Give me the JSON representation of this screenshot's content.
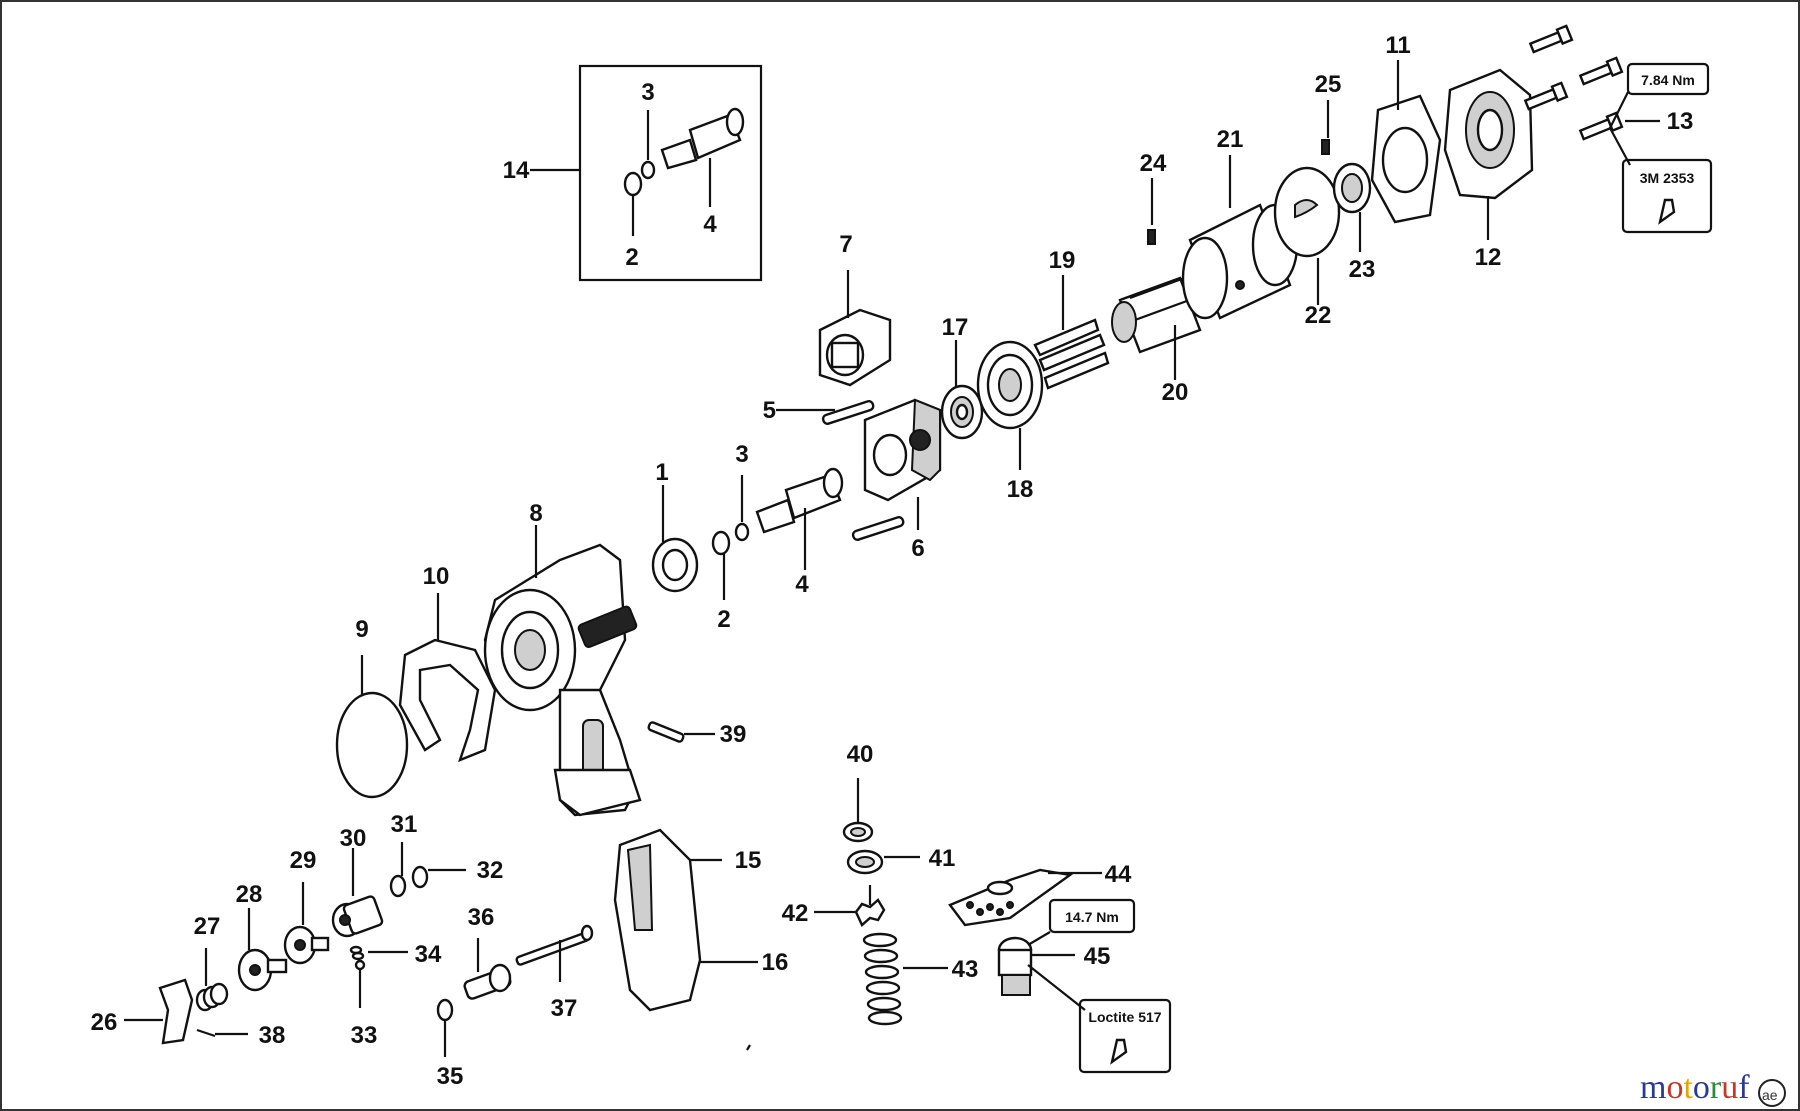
{
  "labels": {
    "l1": "1",
    "l2a": "2",
    "l2b": "2",
    "l3a": "3",
    "l3b": "3",
    "l4a": "4",
    "l4b": "4",
    "l5": "5",
    "l6": "6",
    "l7": "7",
    "l8": "8",
    "l9": "9",
    "l10": "10",
    "l11": "11",
    "l12": "12",
    "l13": "13",
    "l14": "14",
    "l15": "15",
    "l16": "16",
    "l17": "17",
    "l18": "18",
    "l19": "19",
    "l20": "20",
    "l21": "21",
    "l22": "22",
    "l23": "23",
    "l24": "24",
    "l25": "25",
    "l26": "26",
    "l27": "27",
    "l28": "28",
    "l29": "29",
    "l30": "30",
    "l31": "31",
    "l32": "32",
    "l33": "33",
    "l34": "34",
    "l35": "35",
    "l36": "36",
    "l37": "37",
    "l38": "38",
    "l39": "39",
    "l40": "40",
    "l41": "41",
    "l42": "42",
    "l43": "43",
    "l44": "44",
    "l45": "45"
  },
  "notes": {
    "torque_top": "7.84 Nm",
    "adhesive_top": "3M 2353",
    "torque_bottom": "14.7 Nm",
    "adhesive_bottom": "Loctite 517"
  },
  "watermark": {
    "brand": "motoruf",
    "suffix": "ae",
    "brand_colors": [
      "#2b3a8f",
      "#c0392b",
      "#e6a400",
      "#2b3a8f",
      "#2e8b3e",
      "#c0392b",
      "#2b3a8f"
    ]
  }
}
